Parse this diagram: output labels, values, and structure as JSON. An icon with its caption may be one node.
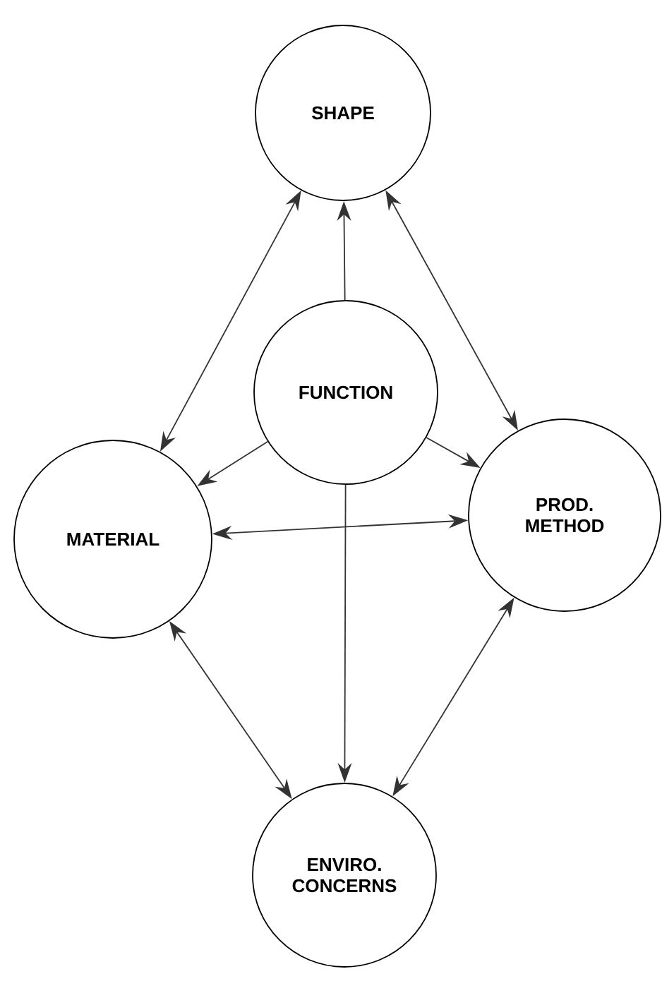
{
  "diagram": {
    "nodes": [
      {
        "text": [
          "SHAPE"
        ]
      },
      {
        "text": [
          "FUNCTION"
        ]
      },
      {
        "text": [
          "MATERIAL"
        ]
      },
      {
        "text": [
          "PROD. METHOD"
        ]
      },
      {
        "text": [
          "ENVIRO. CONCERNS"
        ]
      }
    ],
    "edges": [
      {
        "from": 1,
        "to": 0,
        "arrow": "to"
      },
      {
        "from": 0,
        "to": 2,
        "arrow": "both"
      },
      {
        "from": 0,
        "to": 3,
        "arrow": "both"
      },
      {
        "from": 1,
        "to": 2,
        "arrow": "to"
      },
      {
        "from": 1,
        "to": 3,
        "arrow": "to"
      },
      {
        "from": 1,
        "to": 4,
        "arrow": "to"
      },
      {
        "from": 2,
        "to": 3,
        "arrow": "both"
      },
      {
        "from": 2,
        "to": 4,
        "arrow": "both"
      },
      {
        "from": 3,
        "to": 4,
        "arrow": "both"
      }
    ]
  }
}
